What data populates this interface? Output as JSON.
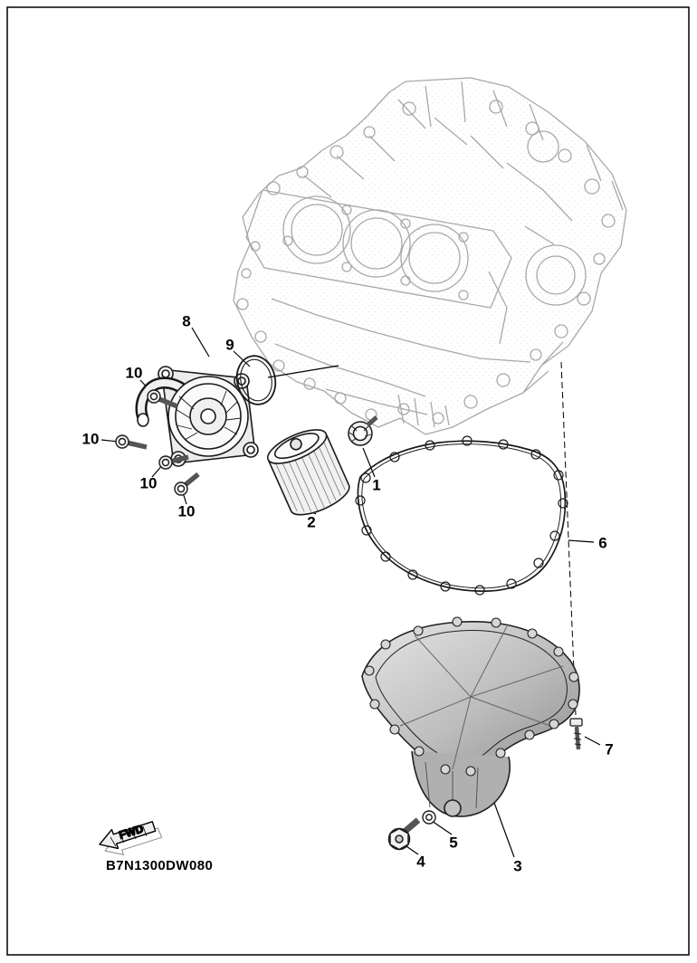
{
  "page": {
    "code": "B7N1300DW080",
    "fwd_label": "FWD"
  },
  "callouts": [
    {
      "num": "8"
    },
    {
      "num": "9"
    },
    {
      "num": "10"
    },
    {
      "num": "10"
    },
    {
      "num": "10"
    },
    {
      "num": "10"
    },
    {
      "num": "2"
    },
    {
      "num": "1"
    },
    {
      "num": "6"
    },
    {
      "num": "7"
    },
    {
      "num": "3"
    },
    {
      "num": "5"
    },
    {
      "num": "4"
    }
  ]
}
